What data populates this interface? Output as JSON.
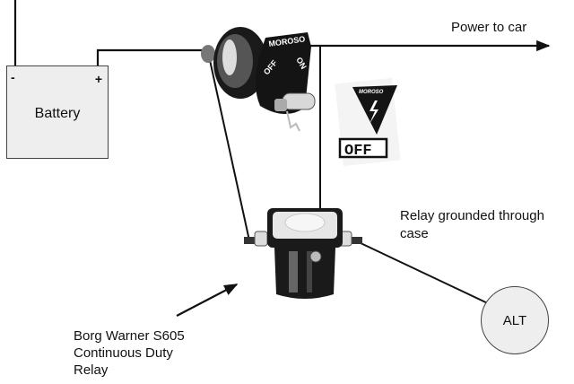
{
  "diagram": {
    "title": "Battery disconnect switch wiring with relay",
    "battery": {
      "label": "Battery",
      "negative_terminal": "-",
      "positive_terminal": "+"
    },
    "switch": {
      "brand": "MOROSO",
      "positions": [
        "OFF",
        "ON"
      ]
    },
    "decal": {
      "brand": "MOROSO",
      "text": "OFF"
    },
    "labels": {
      "power_to_car": "Power to car",
      "relay_ground_line1": "Relay grounded through",
      "relay_ground_line2": "case",
      "relay_name_line1": "Borg Warner S605",
      "relay_name_line2": "Continuous Duty",
      "relay_name_line3": "Relay"
    },
    "alternator": {
      "label": "ALT"
    },
    "colors": {
      "wire": "#111111",
      "component_fill": "#eeeeee"
    }
  }
}
